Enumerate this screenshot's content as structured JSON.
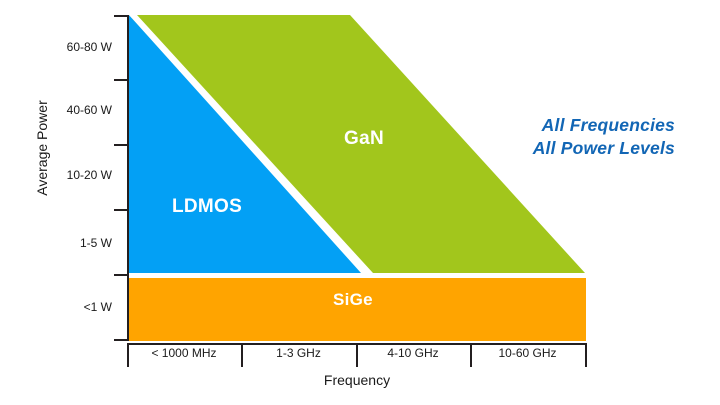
{
  "chart_data": {
    "type": "area",
    "title": "",
    "subtitle": "",
    "xlabel": "Frequency",
    "ylabel": "Average Power",
    "grid": false,
    "legend_position": "in-plot-labels",
    "categories": [
      "< 1000 MHz",
      "1-3 GHz",
      "4-10 GHz",
      "10-60 GHz"
    ],
    "y_tick_labels": [
      "60-80 W",
      "40-60 W",
      "10-20 W",
      "1-5 W",
      "<1 W"
    ],
    "y_bands_top_to_bottom": [
      "60-80 W",
      "40-60 W",
      "10-20 W",
      "1-5 W",
      "<1 W"
    ],
    "series": [
      {
        "name": "LDMOS",
        "color": "#03A0F5",
        "shape": "triangle",
        "description": "Occupies low frequencies at all powers above <1 W; coverage shrinks as frequency rises, ending near 3 GHz.",
        "polygon_fraction": [
          [
            0.0,
            1.0
          ],
          [
            0.0,
            0.0
          ],
          [
            0.52,
            0.0
          ]
        ],
        "frequency_span": [
          "< 1000 MHz",
          "1-3 GHz"
        ],
        "power_span": [
          "1-5 W",
          "60-80 W"
        ]
      },
      {
        "name": "GaN",
        "color": "#A2C61C",
        "shape": "trapezoid",
        "description": "Occupies high power across frequency; upper edge spans to about 4 GHz at top power and tapers to 60 GHz at low power.",
        "polygon_fraction": [
          [
            0.02,
            1.0
          ],
          [
            0.48,
            1.0
          ],
          [
            1.0,
            0.0
          ],
          [
            0.02,
            0.0
          ]
        ],
        "frequency_span": [
          "< 1000 MHz",
          "10-60 GHz"
        ],
        "power_span": [
          "1-5 W",
          "60-80 W"
        ]
      },
      {
        "name": "SiGe",
        "color": "#FFA400",
        "shape": "rectangle",
        "description": "Occupies the entire lowest power band across all frequencies.",
        "polygon_fraction": [
          [
            0.0,
            0.0
          ],
          [
            1.0,
            0.0
          ],
          [
            1.0,
            1.0
          ],
          [
            0.0,
            1.0
          ]
        ],
        "frequency_span": [
          "< 1000 MHz",
          "10-60 GHz"
        ],
        "power_span": [
          "<1 W",
          "<1 W"
        ]
      }
    ],
    "annotation": {
      "line1": "All Frequencies",
      "line2": "All Power Levels",
      "color": "#1266B5"
    },
    "colors": {
      "ldmos": "#03A0F5",
      "gan": "#A2C61C",
      "sige": "#FFA400",
      "axis": "#231F20",
      "background": "#FFFFFF",
      "annotation": "#1266B5"
    }
  },
  "axes": {
    "y_title": "Average Power",
    "x_title": "Frequency"
  },
  "y_ticks": [
    {
      "label": "60-80 W"
    },
    {
      "label": "40-60 W"
    },
    {
      "label": "10-20 W"
    },
    {
      "label": "1-5 W"
    },
    {
      "label": "<1 W"
    }
  ],
  "x_categories": [
    {
      "label": "< 1000 MHz"
    },
    {
      "label": "1-3 GHz"
    },
    {
      "label": "4-10 GHz"
    },
    {
      "label": "10-60 GHz"
    }
  ],
  "regions": {
    "ldmos": "LDMOS",
    "gan": "GaN",
    "sige": "SiGe"
  },
  "annotation": {
    "line1": "All Frequencies",
    "line2": "All Power Levels"
  }
}
